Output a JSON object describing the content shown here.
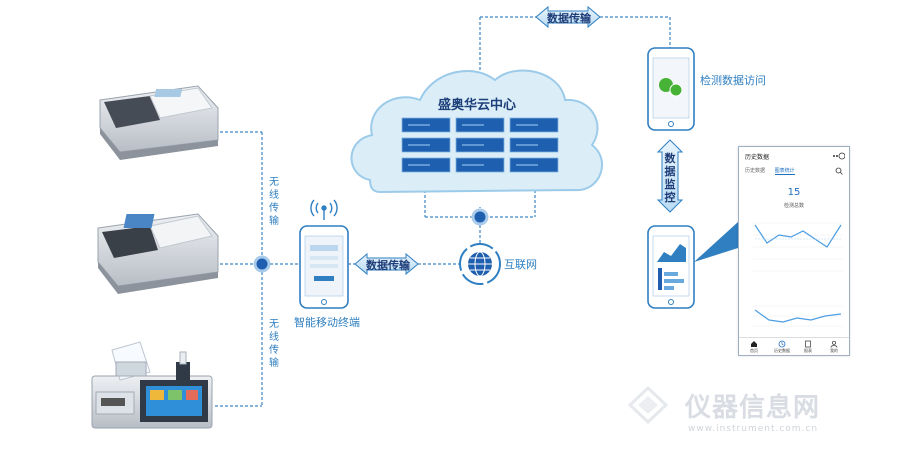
{
  "cloud": {
    "title": "盛奥华云中心"
  },
  "links": {
    "top_transfer": "数据传输",
    "mid_transfer": "数据传输",
    "wireless_top": [
      "无",
      "线",
      "传",
      "输"
    ],
    "wireless_bottom": [
      "无",
      "线",
      "传",
      "输"
    ],
    "monitor": [
      "数",
      "据",
      "监",
      "控"
    ]
  },
  "nodes": {
    "mobile_terminal": "智能移动终端",
    "internet": "互联网",
    "data_access": "检测数据访问"
  },
  "app": {
    "title": "历史数据",
    "tabs": [
      "历史数据",
      "图表统计"
    ],
    "count": "15",
    "count_label": "检测总数",
    "nav": [
      "首页",
      "历史数据",
      "报表",
      "我的"
    ]
  },
  "watermark": {
    "text": "仪器信息网",
    "sub": "www.instrument.com.cn"
  },
  "colors": {
    "accent": "#2f7fc1",
    "dark": "#1e3c78",
    "cloud": "#dbeef8",
    "server": "#1f5fb0"
  }
}
